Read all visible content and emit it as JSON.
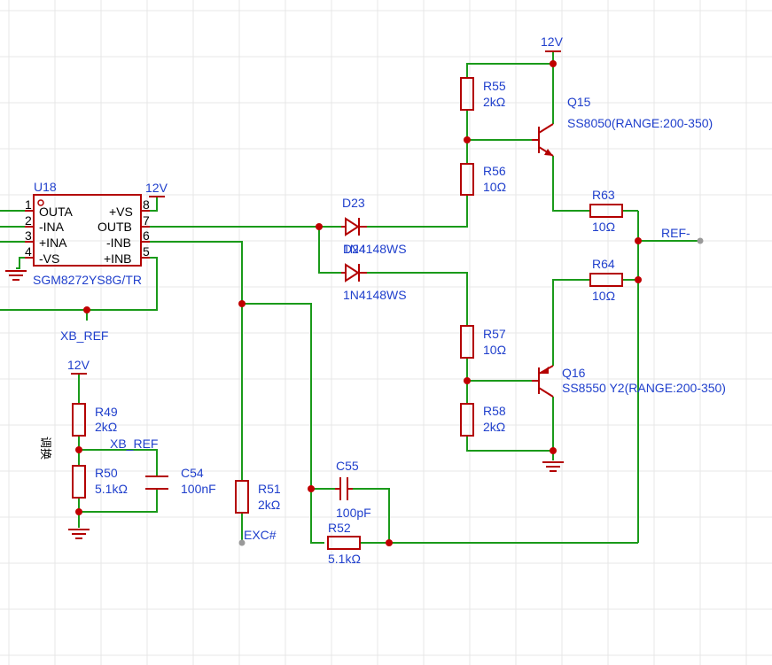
{
  "supplies": {
    "u18_vplus": "12V",
    "q15_supply": "12V",
    "divider_supply": "12V"
  },
  "nets": {
    "xb_ref_bottom": "XB_REF",
    "xb_ref_divider": "XB_REF",
    "ref_minus": "REF-",
    "exc": "EXC#"
  },
  "u18": {
    "ref": "U18",
    "part": "SGM8272YS8G/TR",
    "pins_left": [
      {
        "num": "1",
        "name": "OUTA"
      },
      {
        "num": "2",
        "name": "-INA"
      },
      {
        "num": "3",
        "name": "+INA"
      },
      {
        "num": "4",
        "name": "-VS"
      }
    ],
    "pins_right": [
      {
        "num": "8",
        "name": "+VS"
      },
      {
        "num": "7",
        "name": "OUTB"
      },
      {
        "num": "6",
        "name": "-INB"
      },
      {
        "num": "5",
        "name": "+INB"
      }
    ]
  },
  "resistors": {
    "r55": {
      "ref": "R55",
      "value": "2kΩ"
    },
    "r56": {
      "ref": "R56",
      "value": "10Ω"
    },
    "r57": {
      "ref": "R57",
      "value": "10Ω"
    },
    "r58": {
      "ref": "R58",
      "value": "2kΩ"
    },
    "r63": {
      "ref": "R63",
      "value": "10Ω"
    },
    "r64": {
      "ref": "R64",
      "value": "10Ω"
    },
    "r49": {
      "ref": "R49",
      "value": "2kΩ"
    },
    "r50": {
      "ref": "R50",
      "value": "5.1kΩ"
    },
    "r51": {
      "ref": "R51",
      "value": "2kΩ"
    },
    "r52": {
      "ref": "R52",
      "value": "5.1kΩ"
    }
  },
  "capacitors": {
    "c54": {
      "ref": "C54",
      "value": "100nF"
    },
    "c55": {
      "ref": "C55",
      "value": "100pF"
    }
  },
  "diodes": {
    "d23": {
      "ref": "D23",
      "value_overlap": "1N4148WS",
      "overlap_ref": "D24"
    },
    "d24": {
      "value": "1N4148WS"
    }
  },
  "transistors": {
    "q15": {
      "ref": "Q15",
      "part": "SS8050(RANGE:200-350)"
    },
    "q16": {
      "ref": "Q16",
      "part": "SS8550 Y2(RANGE:200-350)"
    }
  },
  "annotations": {
    "divider_note": "调换"
  },
  "colors": {
    "wire": "#1a9a1a",
    "part": "#b30000",
    "junction": "#c00000",
    "label": "#1f3fcc"
  }
}
